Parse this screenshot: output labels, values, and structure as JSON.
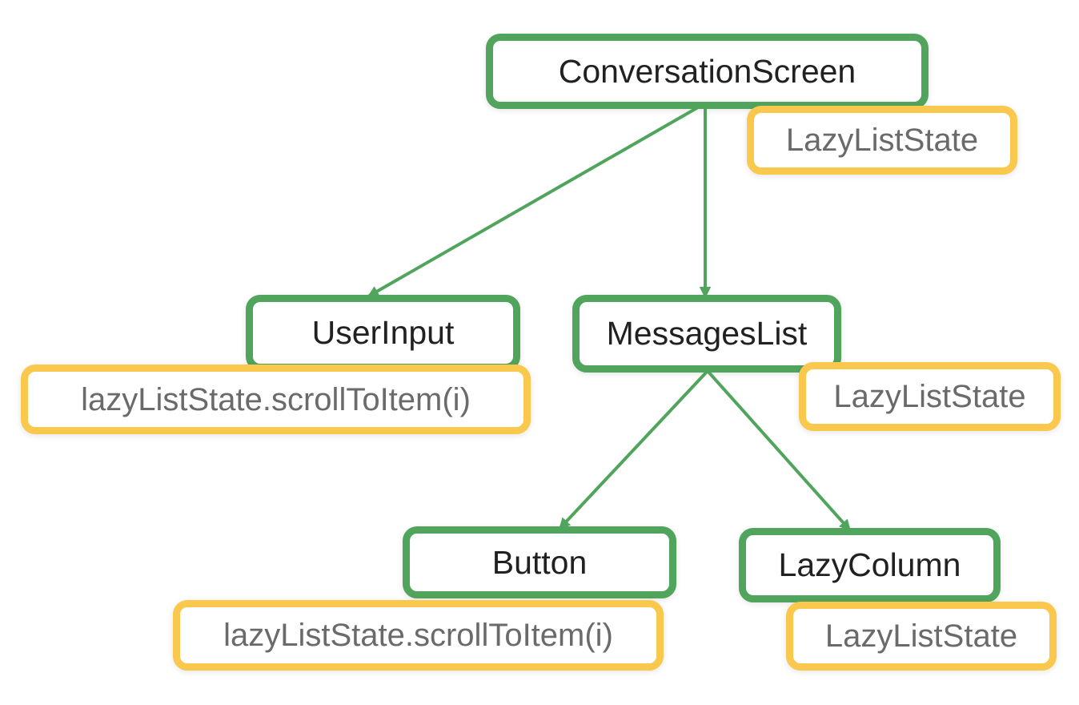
{
  "colors": {
    "green": "#50A45C",
    "yellow": "#F9C84D",
    "node_text": "#212121",
    "state_text": "#6A6A6A",
    "background": "#FFFFFF"
  },
  "nodes": {
    "conversation_screen": {
      "label": "ConversationScreen"
    },
    "user_input": {
      "label": "UserInput"
    },
    "messages_list": {
      "label": "MessagesList"
    },
    "button": {
      "label": "Button"
    },
    "lazy_column": {
      "label": "LazyColumn"
    }
  },
  "states": {
    "conversation_screen_state": {
      "label": "LazyListState"
    },
    "user_input_call": {
      "label": "lazyListState.scrollToItem(i)"
    },
    "messages_list_state": {
      "label": "LazyListState"
    },
    "button_call": {
      "label": "lazyListState.scrollToItem(i)"
    },
    "lazy_column_state": {
      "label": "LazyListState"
    }
  },
  "edges": [
    {
      "from": "ConversationScreen",
      "to": "UserInput"
    },
    {
      "from": "ConversationScreen",
      "to": "MessagesList"
    },
    {
      "from": "MessagesList",
      "to": "Button"
    },
    {
      "from": "MessagesList",
      "to": "LazyColumn"
    }
  ]
}
